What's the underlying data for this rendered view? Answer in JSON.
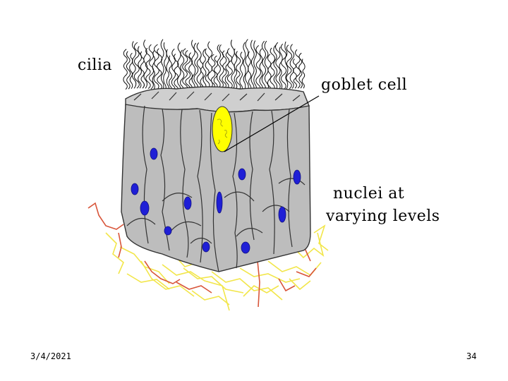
{
  "diagram": {
    "labels": {
      "cilia": "cilia",
      "goblet_cell": "goblet cell",
      "nuclei_line1": "nuclei at",
      "nuclei_line2": "varying levels"
    },
    "colors": {
      "cell_fill": "#bdbdbd",
      "cell_outline": "#333333",
      "nucleus": "#1f1fd6",
      "goblet": "#ffff00",
      "fibers_yellow": "#f2e64a",
      "fibers_red": "#d8553a",
      "cilia": "#111111"
    }
  },
  "footer": {
    "date": "3/4/2021",
    "page_number": "34"
  }
}
